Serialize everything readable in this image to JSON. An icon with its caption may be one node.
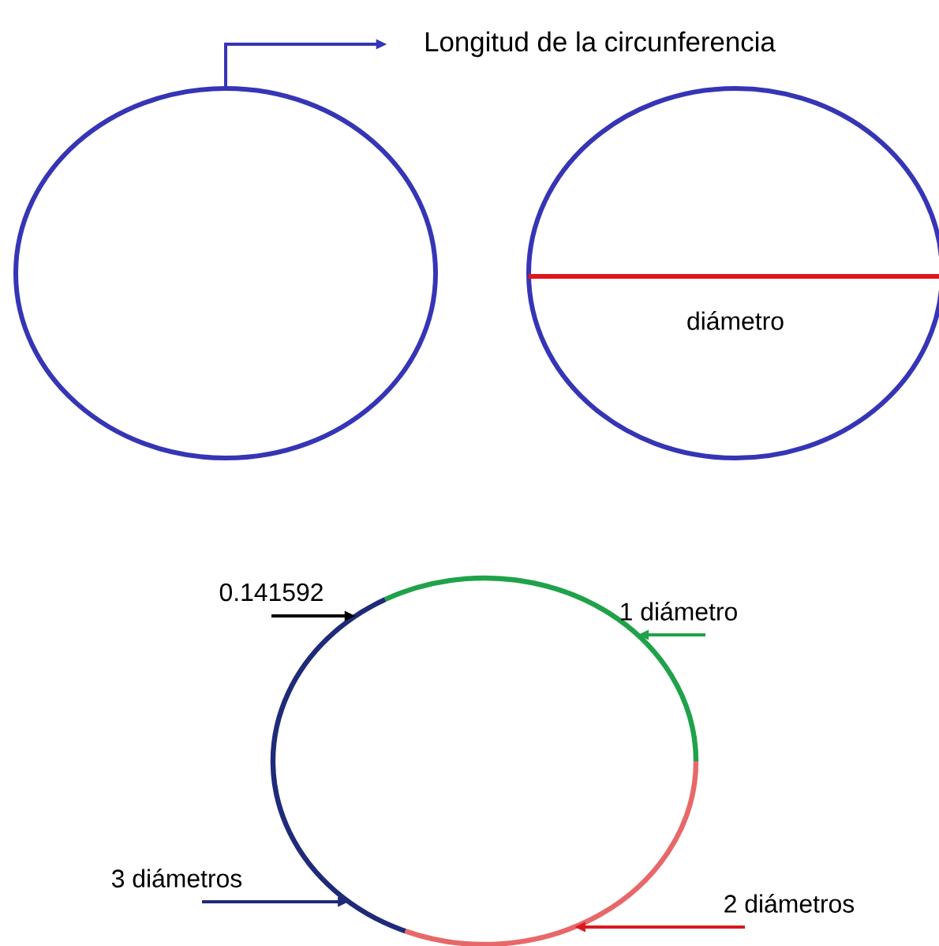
{
  "diagram": {
    "nodes": [
      {
        "text": [],
        "shape": "circle"
      },
      {
        "text": [
          "Longitud de la circunferencia"
        ]
      },
      {
        "text": [],
        "shape": "circle"
      },
      {
        "text": [],
        "shape": "circle"
      },
      {
        "text": [
          "0.141592"
        ]
      },
      {
        "text": [
          "1 diámetro"
        ]
      },
      {
        "text": [
          "2 diámetros"
        ]
      },
      {
        "text": [
          "3 diámetros"
        ]
      }
    ],
    "edges": [
      {
        "from": 0,
        "to": 1,
        "arrow": "to",
        "color": "#3535b5"
      },
      {
        "from": 4,
        "to": 3,
        "arrow": "to",
        "color": "#000000"
      },
      {
        "from": 5,
        "to": 3,
        "arrow": "to",
        "color": "#1fa24a"
      },
      {
        "from": 6,
        "to": 3,
        "arrow": "to",
        "color": "#d9191f"
      },
      {
        "from": 7,
        "to": 3,
        "arrow": "to",
        "color": "#1f2a78"
      }
    ],
    "labels": [
      "diámetro"
    ]
  }
}
